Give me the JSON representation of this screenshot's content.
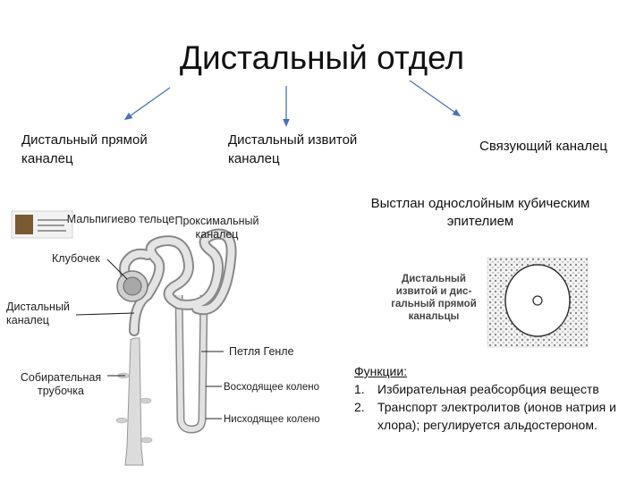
{
  "title": "Дистальный отдел",
  "branches": [
    {
      "text": "Дистальный прямой каналец"
    },
    {
      "text": "Дистальный извитой каналец"
    },
    {
      "text": "Связующий каналец"
    }
  ],
  "nephron_labels": {
    "malpighian": "Мальпигиево тельце",
    "proximal": "Проксимальный каналец",
    "glomerulus": "Клубочек",
    "distal": "Дистальный каналец",
    "henle": "Петля Генле",
    "collecting": "Собирательная трубочка",
    "ascending": "Восходящее колено",
    "descending": "Нисходящее колено"
  },
  "description": "Выстлан однослойным кубическим эпителием",
  "cell_caption": "Дистальный извитой и дис-гальный прямой канальцы",
  "functions": {
    "heading": "Функции:",
    "items": [
      {
        "num": "1.",
        "text": "Избирательная реабсорбция веществ"
      },
      {
        "num": "2.",
        "text": "Транспорт электролитов (ионов натрия и хлора); регулируется альдостероном."
      }
    ]
  },
  "colors": {
    "arrow": "#4a72b8",
    "tubule": "#d8d8d8",
    "tubule_stroke": "#888888"
  }
}
